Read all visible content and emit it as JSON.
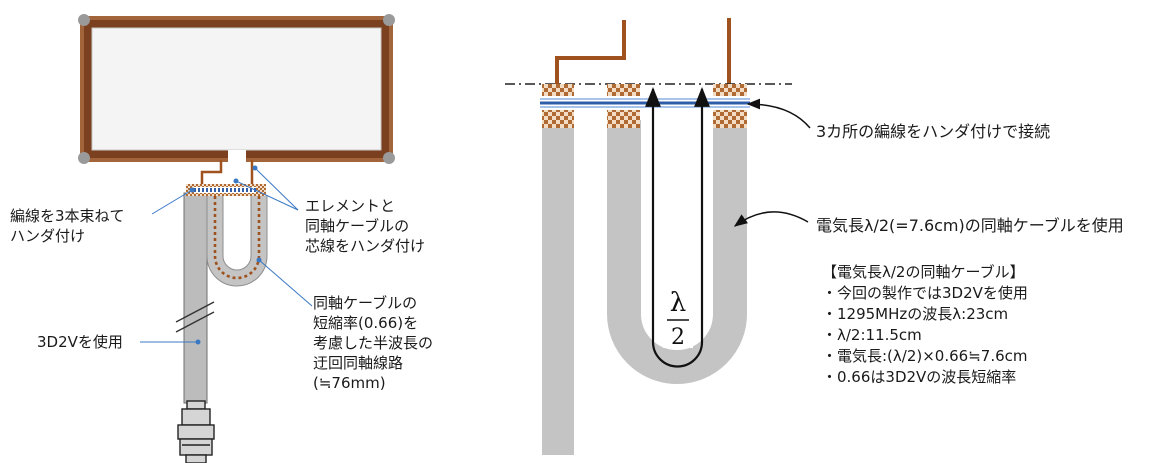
{
  "left": {
    "braid_note": [
      "編線を3本束ねて",
      "ハンダ付け"
    ],
    "element_note": [
      "エレメントと",
      "同軸ケーブルの",
      "芯線をハンダ付け"
    ],
    "stub_note": [
      "同軸ケーブルの",
      "短縮率(0.66)を",
      "考慮した半波長の",
      "迂回同軸線路",
      "(≒76mm)"
    ],
    "cable_note": "3D2Vを使用"
  },
  "right": {
    "solder_note": "3カ所の編線をハンダ付けで接続",
    "electrical_note": "電気長λ/2(=7.6cm)の同軸ケーブルを使用",
    "lambda_symbol": "λ",
    "lambda_divisor": "2",
    "notes": [
      "【電気長λ/2の同軸ケーブル】",
      "・今回の製作では3D2Vを使用",
      "・1295MHzの波長λ:23cm",
      "・λ/2:11.5cm",
      "・電気長:(λ/2)×0.66≒7.6cm",
      "・0.66は3D2Vの波長短縮率"
    ]
  },
  "colors": {
    "copper": "#a0521e",
    "coax_gray": "#c4c4c4",
    "braid_blue": "#2f5da8",
    "leader_blue": "#3a78c4"
  }
}
